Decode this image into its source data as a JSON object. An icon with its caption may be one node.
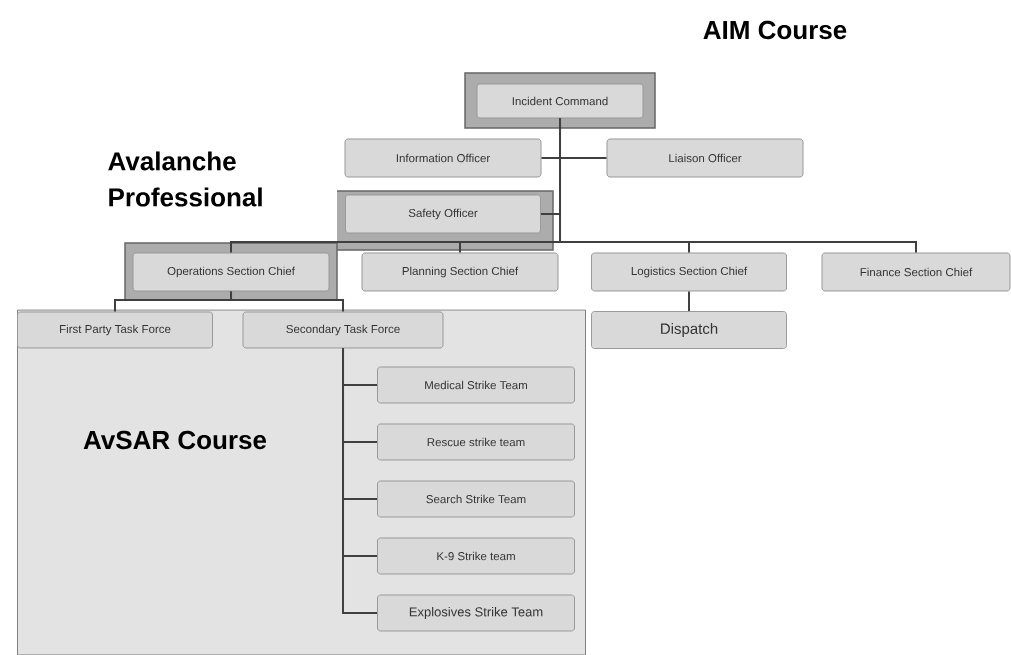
{
  "diagram": {
    "nodes": [
      {
        "text": [
          "Incident Command"
        ]
      },
      {
        "text": [
          "Information Officer"
        ]
      },
      {
        "text": [
          "Liaison Officer"
        ]
      },
      {
        "text": [
          "Safety Officer"
        ]
      },
      {
        "text": [
          "Operations Section Chief"
        ]
      },
      {
        "text": [
          "Planning Section Chief"
        ]
      },
      {
        "text": [
          "Logistics Section Chief"
        ]
      },
      {
        "text": [
          "Finance Section Chief"
        ]
      },
      {
        "text": [
          "AvSAR Course"
        ]
      },
      {
        "text": [
          "First Party Task Force"
        ],
        "in": 8
      },
      {
        "text": [
          "Secondary Task Force"
        ],
        "in": 8
      },
      {
        "text": [
          "Medical Strike Team"
        ],
        "in": 8
      },
      {
        "text": [
          "Rescue strike team"
        ],
        "in": 8
      },
      {
        "text": [
          "Search Strike Team"
        ],
        "in": 8
      },
      {
        "text": [
          "K-9 Strike team"
        ],
        "in": 8
      },
      {
        "text": [
          "Explosives Strike Team"
        ],
        "in": 8
      },
      {
        "text": [
          "Dispatch"
        ]
      }
    ],
    "edges": [
      {
        "from": 0,
        "to": 1,
        "arrow": "none"
      },
      {
        "from": 0,
        "to": 2,
        "arrow": "none"
      },
      {
        "from": 0,
        "to": 3,
        "arrow": "none"
      },
      {
        "from": 0,
        "to": 4,
        "arrow": "none"
      },
      {
        "from": 0,
        "to": 5,
        "arrow": "none"
      },
      {
        "from": 0,
        "to": 6,
        "arrow": "none"
      },
      {
        "from": 0,
        "to": 7,
        "arrow": "none"
      },
      {
        "from": 4,
        "to": 9,
        "arrow": "none"
      },
      {
        "from": 4,
        "to": 10,
        "arrow": "none"
      },
      {
        "from": 10,
        "to": 11,
        "arrow": "none"
      },
      {
        "from": 10,
        "to": 12,
        "arrow": "none"
      },
      {
        "from": 10,
        "to": 13,
        "arrow": "none"
      },
      {
        "from": 10,
        "to": 14,
        "arrow": "none"
      },
      {
        "from": 10,
        "to": 15,
        "arrow": "none"
      },
      {
        "from": 6,
        "to": 16,
        "arrow": "none"
      }
    ],
    "labels": [
      "AIM Course",
      "Avalanche Professional"
    ]
  }
}
